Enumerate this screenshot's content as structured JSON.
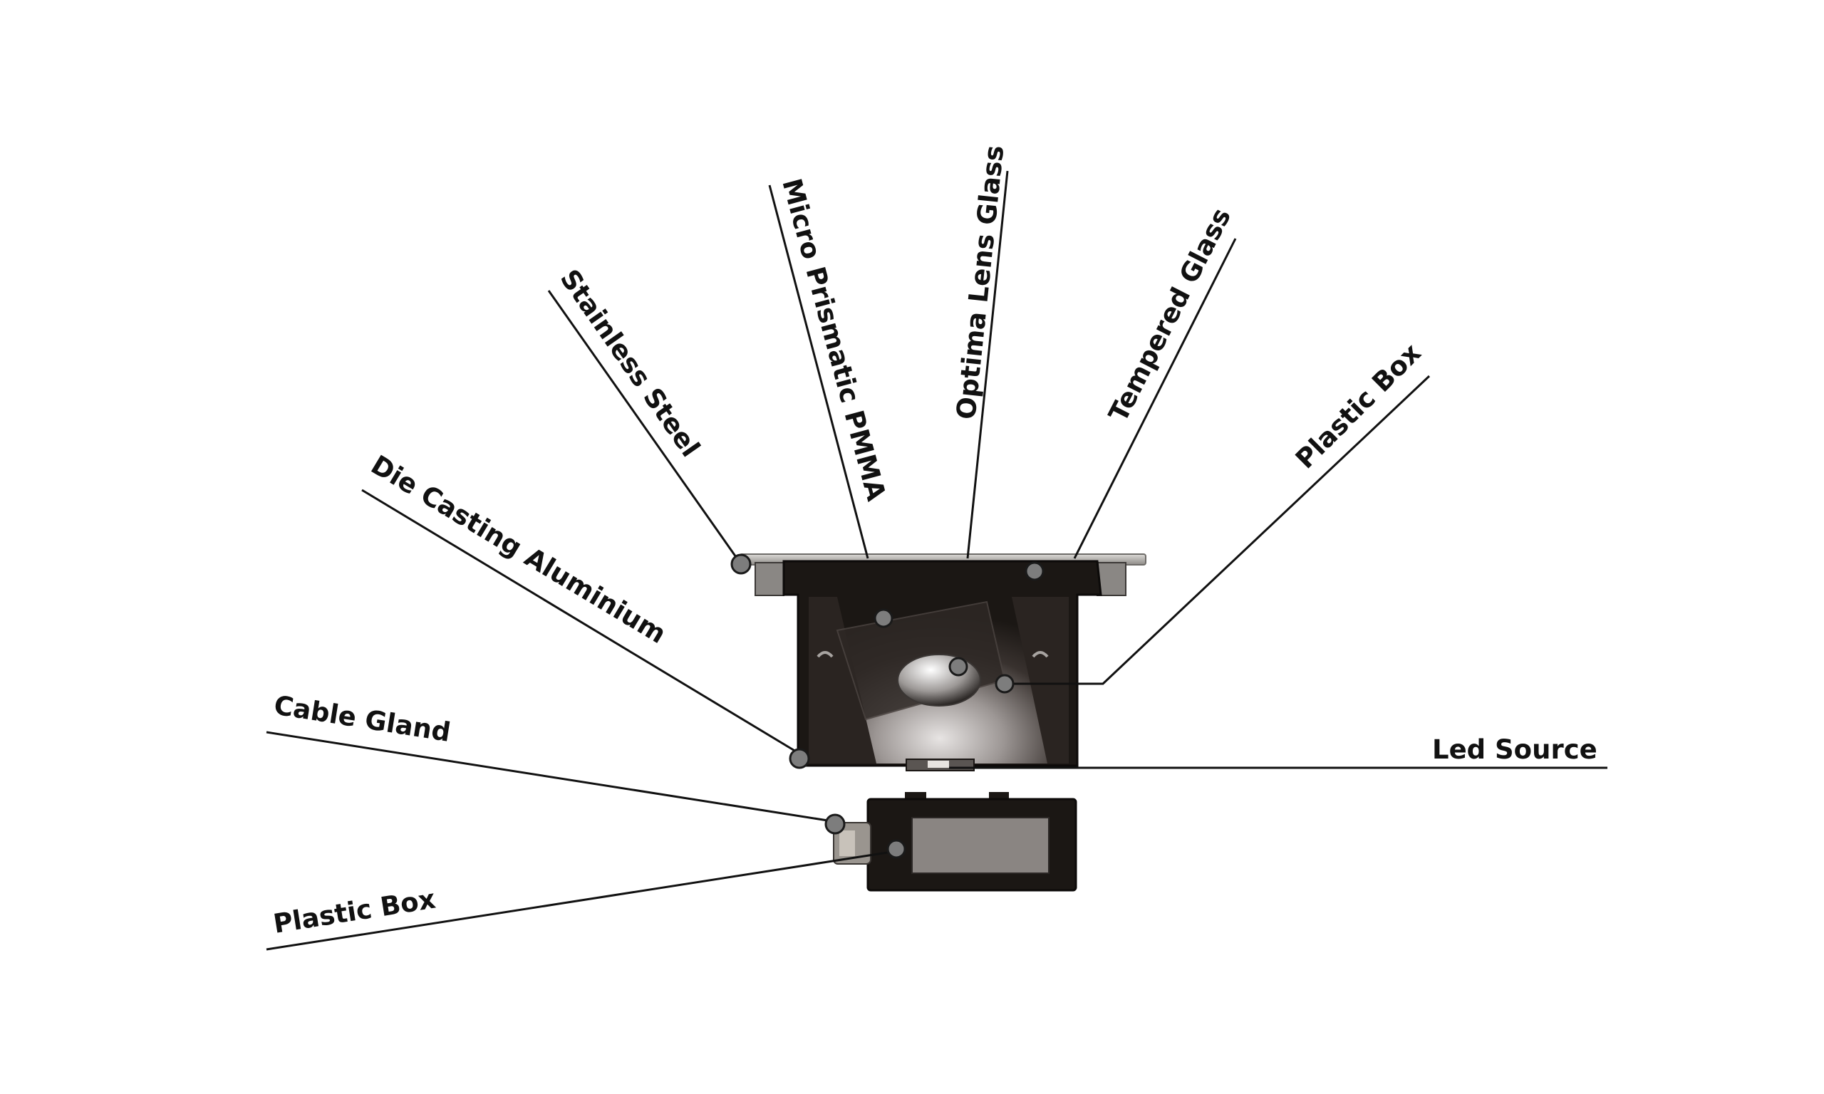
{
  "callouts": {
    "stainless_steel": "Stainless Steel",
    "micro_prismatic_pmma": "Micro Prismatic PMMA",
    "optima_lens_glass": "Optima Lens Glass",
    "tempered_glass": "Tempered Glass",
    "plastic_box_right": "Plastic Box",
    "die_casting_aluminium": "Die Casting Aluminium",
    "cable_gland": "Cable Gland",
    "led_source": "Led Source",
    "plastic_box_left": "Plastic Box"
  },
  "colors": {
    "housing": "#1b1714",
    "interior_glow": "#c9c4c2",
    "flange": "#b9b6b2",
    "leader": "#111111",
    "marker_fill": "#7d7d7d"
  }
}
